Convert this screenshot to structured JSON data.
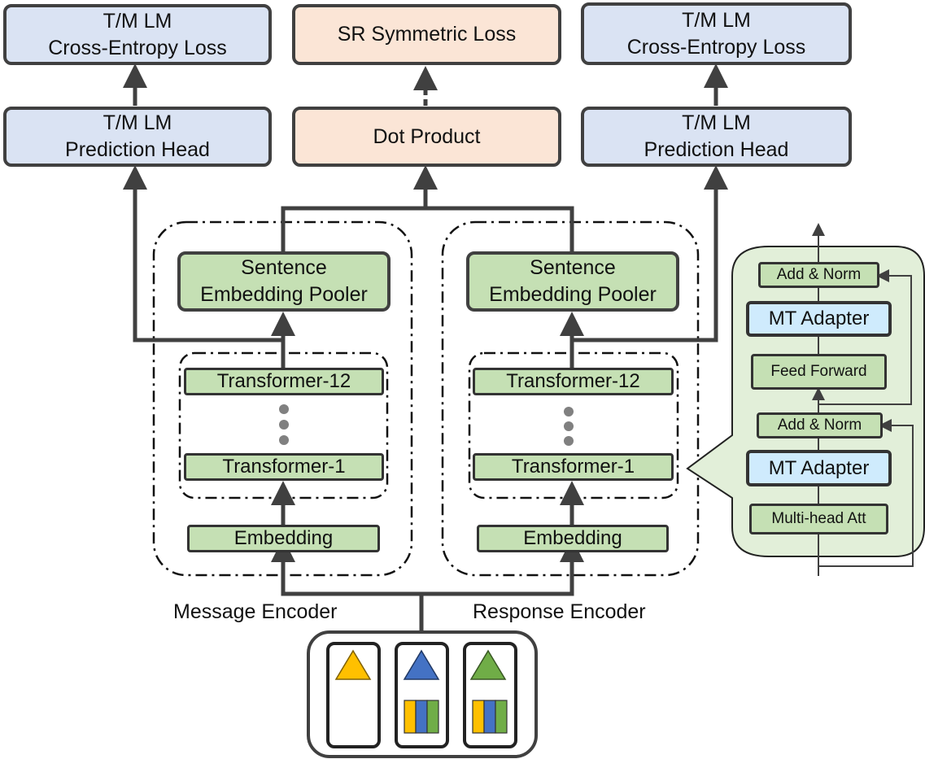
{
  "top_left": {
    "loss_line1": "T/M LM",
    "loss_line2": "Cross-Entropy Loss",
    "head_line1": "T/M LM",
    "head_line2": "Prediction Head"
  },
  "top_center": {
    "loss": "SR Symmetric Loss",
    "dot": "Dot Product"
  },
  "top_right": {
    "loss_line1": "T/M LM",
    "loss_line2": "Cross-Entropy Loss",
    "head_line1": "T/M LM",
    "head_line2": "Prediction Head"
  },
  "message_encoder": {
    "caption": "Message Encoder",
    "pooler_line1": "Sentence",
    "pooler_line2": "Embedding Pooler",
    "transformer_top": "Transformer-12",
    "transformer_bottom": "Transformer-1",
    "embedding": "Embedding"
  },
  "response_encoder": {
    "caption": "Response Encoder",
    "pooler_line1": "Sentence",
    "pooler_line2": "Embedding Pooler",
    "transformer_top": "Transformer-12",
    "transformer_bottom": "Transformer-1",
    "embedding": "Embedding"
  },
  "transformer_detail": {
    "add_norm_top": "Add & Norm",
    "adapter_top": "MT Adapter",
    "feed_forward": "Feed Forward",
    "add_norm_bottom": "Add & Norm",
    "adapter_bottom": "MT Adapter",
    "multihead": "Multi-head Att"
  },
  "colors": {
    "blue_box": "#dae3f3",
    "peach_box": "#fbe5d6",
    "green_box": "#c5e0b4",
    "adapter_box": "#cfebfd",
    "detail_panel": "#e2efd9",
    "line": "#404040",
    "triangle_yellow": "#ffc000",
    "triangle_blue": "#4472c4",
    "triangle_green": "#70ad47"
  }
}
